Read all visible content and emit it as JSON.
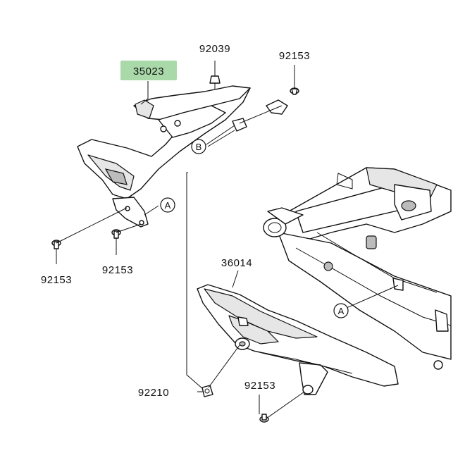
{
  "highlight_color": "#a9d8a9",
  "parts": {
    "rear_fender": "35023",
    "screw_top": "92039",
    "bolt_top_right": "92153",
    "bolt_left_a": "92153",
    "bolt_left_b": "92153",
    "chain_cover": "36014",
    "collar": "92210",
    "bolt_bottom": "92153"
  },
  "refs": {
    "a_upper": "A",
    "a_lower": "A",
    "b": "B"
  }
}
